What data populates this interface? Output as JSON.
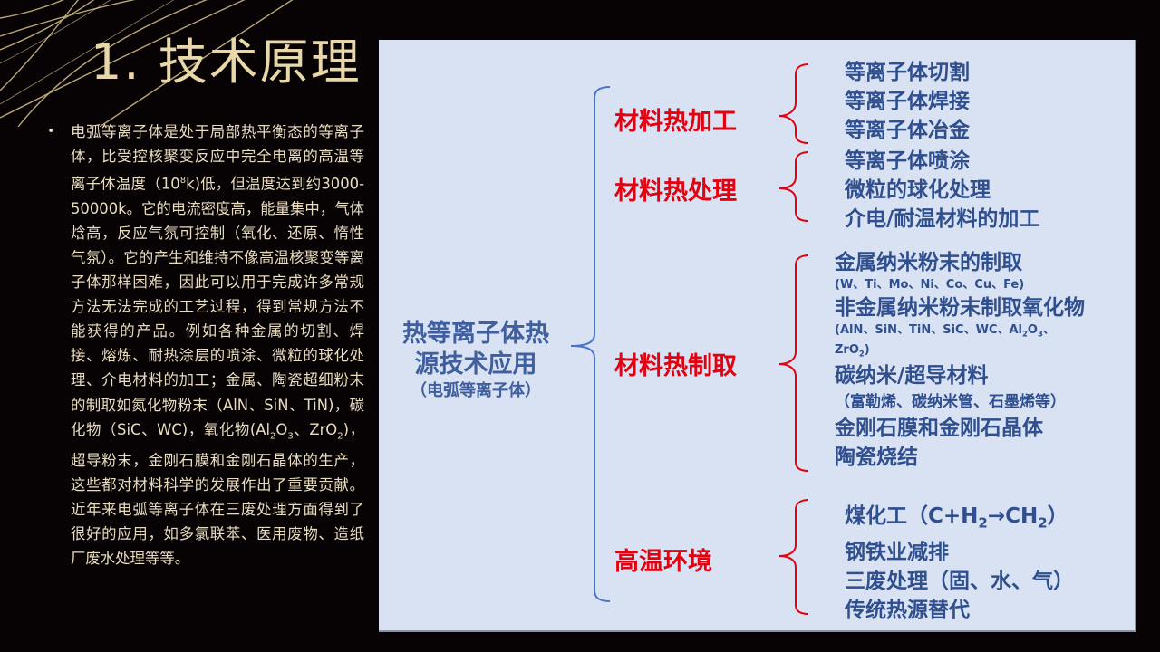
{
  "slide": {
    "title": "1. 技术原理",
    "bullet_symbol": "•",
    "body": {
      "part1": "电弧等离子体是处于局部热平衡态的等离子体，比受控核聚变反应中完全电离的高温等离子体温度（10",
      "sup1": "8",
      "part2": "k)低，但温度达到约3000-50000k。它的电流密度高，能量集中，气体焓高，反应气氛可控制（氧化、还原、惰性气氛）。它的产生和维持不像高温核聚变等离子体那样困难，因此可以用于完成许多常规方法无法完成的工艺过程，得到常规方法不能获得的产品。例如各种金属的切割、焊接、熔炼、耐热涂层的喷涂、微粒的球化处理、介电材料的加工；金属、陶瓷超细粉末的制取如氮化物粉末（AlN、SiN、TiN)，碳化物（SiC、WC)，氧化物(Al",
      "sub1": "2",
      "part3": "O",
      "sub2": "3",
      "part4": "、ZrO",
      "sub3": "2",
      "part5": ")，超导粉末，金刚石膜和金刚石晶体的生产，这些都对材料科学的发展作出了重要贡献。近年来电弧等离子体在三废处理方面得到了很好的应用，如多氯联苯、医用废物、造纸厂废水处理等等。"
    }
  },
  "diagram": {
    "root": {
      "line1": "热等离子体热",
      "line2": "源技术应用",
      "sub": "（电弧等离子体）"
    },
    "colors": {
      "root": "#3f5f9f",
      "category": "#e4000f",
      "item": "#2f4f8f",
      "root_brace": "#4a72c4",
      "category_brace": "#e4000f",
      "panel_bg": "#d9e2f3"
    },
    "categories": [
      {
        "label": "材料热加工",
        "items": [
          "等离子体切割",
          "等离子体焊接",
          "等离子体冶金"
        ]
      },
      {
        "label": "材料热处理",
        "items": [
          "等离子体喷涂",
          "微粒的球化处理",
          "介电/耐温材料的加工"
        ]
      },
      {
        "label": "材料热制取",
        "items": {
          "i1": "金属纳米粉末的制取",
          "i1_note": "(W、Ti、Mo、Ni、Co、Cu、Fe)",
          "i2": "非金属纳米粉末制取氧化物",
          "i2_note_a": "(AlN、SiN、TiN、SiC、WC、Al",
          "i2_note_sub1": "2",
          "i2_note_b": "O",
          "i2_note_sub2": "3",
          "i2_note_c": "、",
          "i2_note_d": "ZrO",
          "i2_note_sub3": "2",
          "i2_note_e": ")",
          "i3": "碳纳米/超导材料",
          "i3_note": "（富勒烯、碳纳米管、石墨烯等）",
          "i4": "金刚石膜和金刚石晶体",
          "i5": "陶瓷烧结"
        }
      },
      {
        "label": "高温环境",
        "items": {
          "i1_a": "煤化工（C+H",
          "i1_sub1": "2",
          "i1_b": "→CH",
          "i1_sub2": "2",
          "i1_c": "）",
          "i2": "钢铁业减排",
          "i3": "三废处理（固、水、气）",
          "i4": "传统热源替代"
        }
      }
    ]
  }
}
